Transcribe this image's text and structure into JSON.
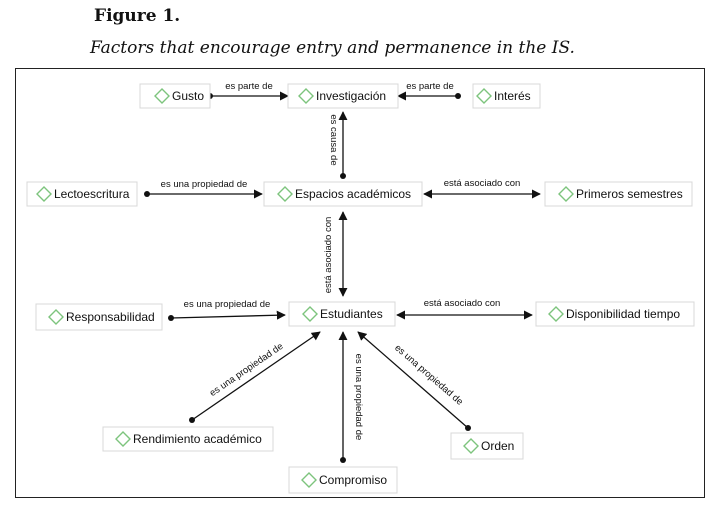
{
  "figure": {
    "label": "Figure 1.",
    "title": "Factors that encourage entry and permanence in the IS."
  },
  "nodes": {
    "gusto": "Gusto",
    "investigacion": "Investigación",
    "interes": "Interés",
    "lectoescritura": "Lectoescritura",
    "espacios": "Espacios académicos",
    "primeros": "Primeros semestres",
    "responsabilidad": "Responsabilidad",
    "estudiantes": "Estudiantes",
    "disponibilidad": "Disponibilidad tiempo",
    "rendimiento": "Rendimiento académico",
    "orden": "Orden",
    "compromiso": "Compromiso"
  },
  "edges": {
    "gusto_investigacion": "es parte de",
    "interes_investigacion": "es parte de",
    "espacios_investigacion": "es causa de",
    "lectoescritura_espacios": "es una propiedad de",
    "espacios_primeros": "está asociado con",
    "espacios_estudiantes": "está asociado con",
    "responsabilidad_estudiantes": "es una propiedad de",
    "estudiantes_disponibilidad": "está asociado con",
    "rendimiento_estudiantes": "es una propiedad de",
    "compromiso_estudiantes": "es una propiedad de",
    "orden_estudiantes": "es una propiedad de"
  },
  "colors": {
    "diamond": "#7dc47d",
    "node_border": "#d8d8d8",
    "line": "#111111"
  }
}
